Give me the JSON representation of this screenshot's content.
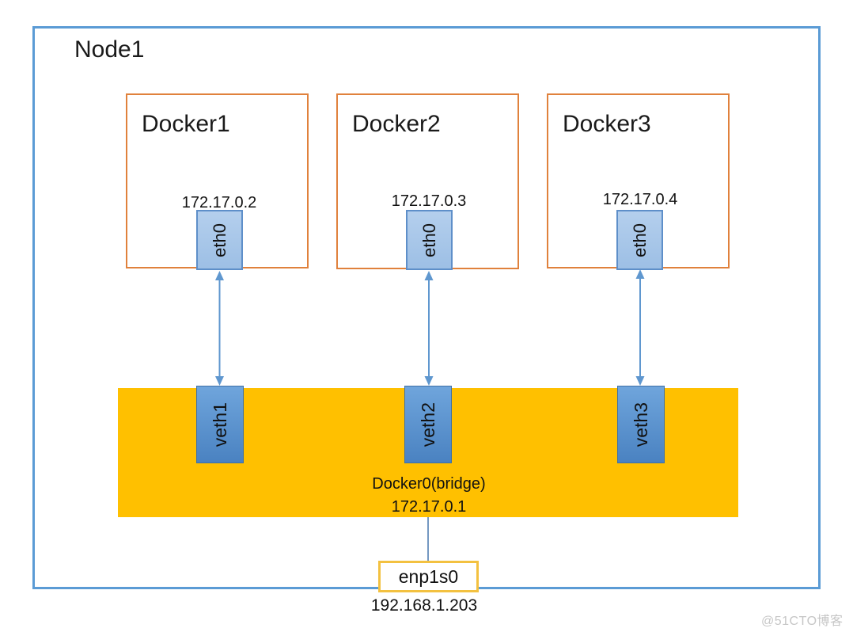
{
  "node": {
    "label": "Node1"
  },
  "containers": [
    {
      "name": "Docker1",
      "interface": "eth0",
      "ip": "172.17.0.2"
    },
    {
      "name": "Docker2",
      "interface": "eth0",
      "ip": "172.17.0.3"
    },
    {
      "name": "Docker3",
      "interface": "eth0",
      "ip": "172.17.0.4"
    }
  ],
  "bridge": {
    "label": "Docker0(bridge)",
    "ip": "172.17.0.1",
    "ports": [
      {
        "name": "veth1"
      },
      {
        "name": "veth2"
      },
      {
        "name": "veth3"
      }
    ]
  },
  "host_interface": {
    "name": "enp1s0",
    "ip": "192.168.1.203"
  },
  "watermark": "@51CTO博客",
  "colors": {
    "node_border": "#5B9BD5",
    "container_border": "#E0813C",
    "bridge_fill": "#FFC000",
    "eth_fill": "#A9C8EA",
    "eth_border": "#5E8FC9",
    "veth_fill": "#5189C7",
    "veth_border": "#3E6FA6",
    "arrow": "#5F97CF",
    "host_interface_border": "#F3C140"
  }
}
